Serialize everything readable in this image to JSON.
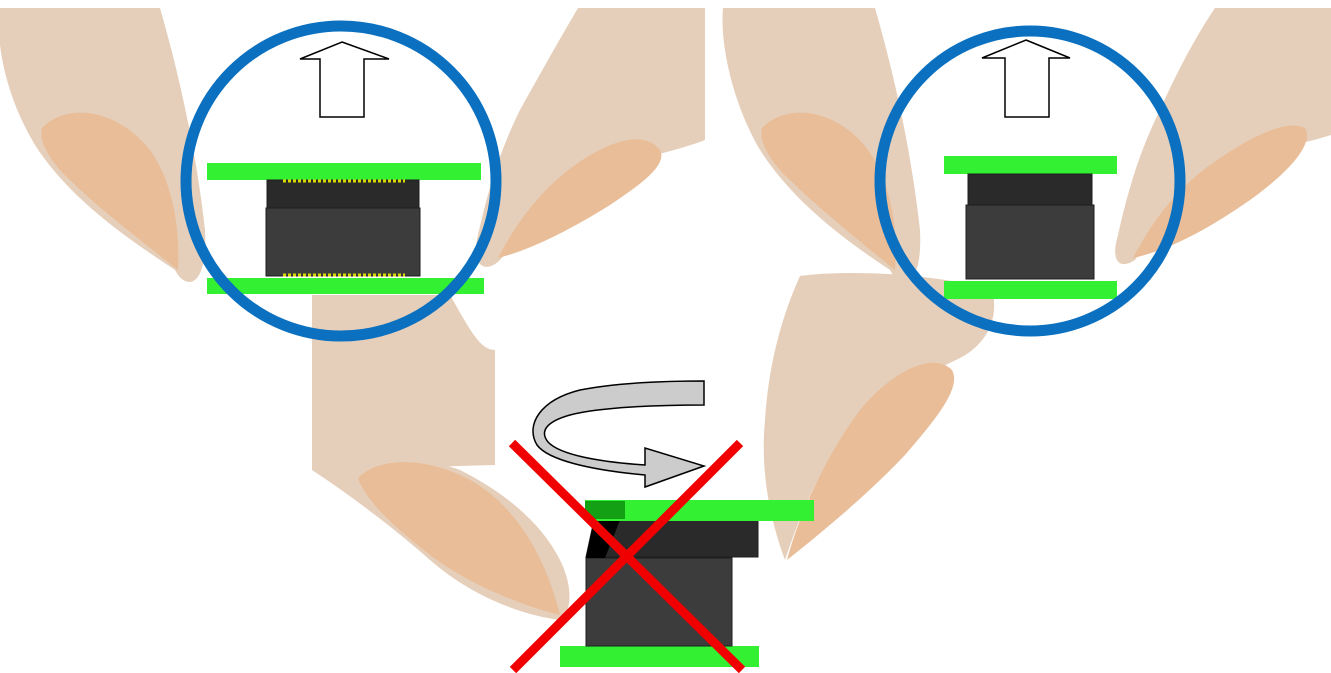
{
  "figure": {
    "panels": [
      {
        "id": "top-left",
        "verdict": "correct",
        "connector_pins": "visible-gold"
      },
      {
        "id": "top-right",
        "verdict": "correct",
        "connector_pins": "hidden"
      },
      {
        "id": "bottom-center",
        "verdict": "incorrect",
        "motion": "twisting"
      }
    ],
    "icons": {
      "lift_arrow": "up-arrow-icon",
      "twist_arrow": "rotate-arrow-icon",
      "forbidden_mark": "red-x-icon",
      "highlight": "blue-circle-icon"
    }
  },
  "colors": {
    "background": "#ffffff",
    "skin": "#e6cfba",
    "fingernail": "#e8bd98",
    "board": "#33f033",
    "board_dark": "#14a014",
    "connector_body": "#3c3c3c",
    "connector_top": "#2a2a2a",
    "pin_gold": "#d8d800",
    "circle": "#0a70bf",
    "cross": "#f00000",
    "arrow_fill": "#ffffff",
    "arrow_stroke": "#000000",
    "twist_band": "#cccccc"
  }
}
